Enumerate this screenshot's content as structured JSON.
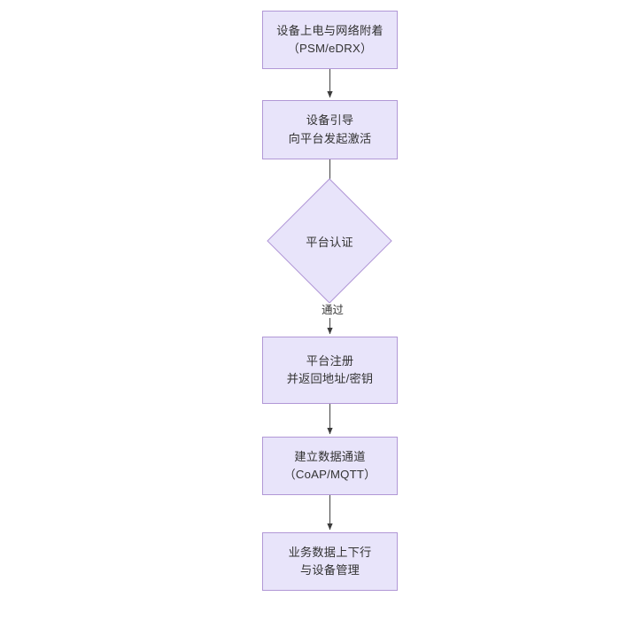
{
  "diagram": {
    "type": "flowchart",
    "orientation": "top-to-bottom",
    "background_color": "#ffffff",
    "node_fill_color": "#e8e4fa",
    "node_border_color": "#b197d6",
    "text_color": "#333333",
    "connector_color": "#4d4d4d",
    "nodes": [
      {
        "id": "n1",
        "shape": "rectangle",
        "line1": "设备上电与网络附着",
        "line2": "（PSM/eDRX）"
      },
      {
        "id": "n2",
        "shape": "rectangle",
        "line1": "设备引导",
        "line2": "向平台发起激活"
      },
      {
        "id": "n3",
        "shape": "diamond",
        "line1": "平台认证",
        "line2": ""
      },
      {
        "id": "n4",
        "shape": "rectangle",
        "line1": "平台注册",
        "line2": "并返回地址/密钥"
      },
      {
        "id": "n5",
        "shape": "rectangle",
        "line1": "建立数据通道",
        "line2": "（CoAP/MQTT）"
      },
      {
        "id": "n6",
        "shape": "rectangle",
        "line1": "业务数据上下行",
        "line2": "与设备管理"
      }
    ],
    "edges": [
      {
        "id": "e1",
        "from": "n1",
        "to": "n2",
        "label": ""
      },
      {
        "id": "e2",
        "from": "n2",
        "to": "n3",
        "label": ""
      },
      {
        "id": "e3",
        "from": "n3",
        "to": "n4",
        "label": "通过"
      },
      {
        "id": "e4",
        "from": "n4",
        "to": "n5",
        "label": ""
      },
      {
        "id": "e5",
        "from": "n5",
        "to": "n6",
        "label": ""
      }
    ]
  }
}
